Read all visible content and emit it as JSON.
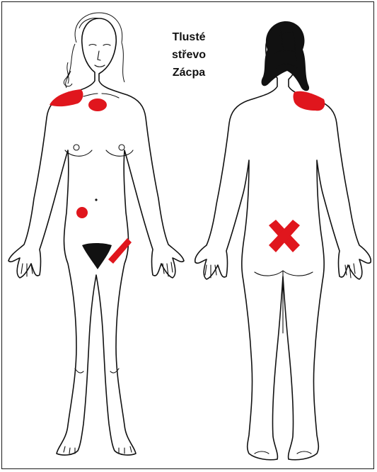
{
  "caption": {
    "line1": "Tlusté",
    "line2": "střevo",
    "line3": "Zácpa"
  },
  "colors": {
    "pain_mark": "#e0161d",
    "outline": "#111111",
    "background": "#ffffff"
  },
  "figures": [
    {
      "view": "front"
    },
    {
      "view": "back"
    }
  ]
}
